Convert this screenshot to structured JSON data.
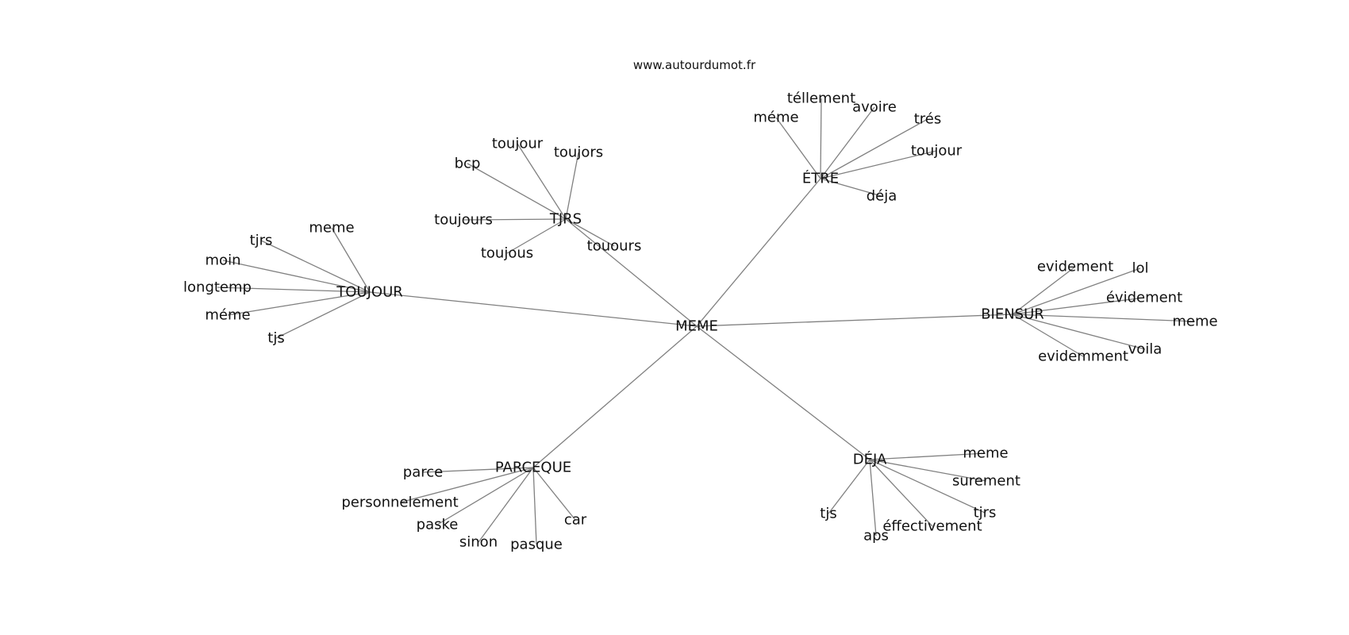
{
  "title": "www.autourdumot.fr",
  "center": "MEME",
  "groups": [
    {
      "id": "tjrs",
      "label": "TJRS",
      "words": [
        "toujour",
        "toujors",
        "bcp",
        "toujours",
        "toujous",
        "touours"
      ]
    },
    {
      "id": "etre",
      "label": "ÉTRE",
      "words": [
        "téllement",
        "avoire",
        "méme",
        "trés",
        "toujour",
        "déja"
      ]
    },
    {
      "id": "toujour",
      "label": "TOUJOUR",
      "words": [
        "meme",
        "tjrs",
        "moin",
        "longtemp",
        "méme",
        "tjs"
      ]
    },
    {
      "id": "biensur",
      "label": "BIENSUR",
      "words": [
        "evidement",
        "lol",
        "évidement",
        "meme",
        "voila",
        "evidemment"
      ]
    },
    {
      "id": "parceque",
      "label": "PARCEQUE",
      "words": [
        "parce",
        "personnelement",
        "paske",
        "car",
        "sinon",
        "pasque"
      ]
    },
    {
      "id": "deja",
      "label": "DÉJA",
      "words": [
        "meme",
        "surement",
        "tjrs",
        "éffectivement",
        "tjs",
        "aps"
      ]
    }
  ]
}
